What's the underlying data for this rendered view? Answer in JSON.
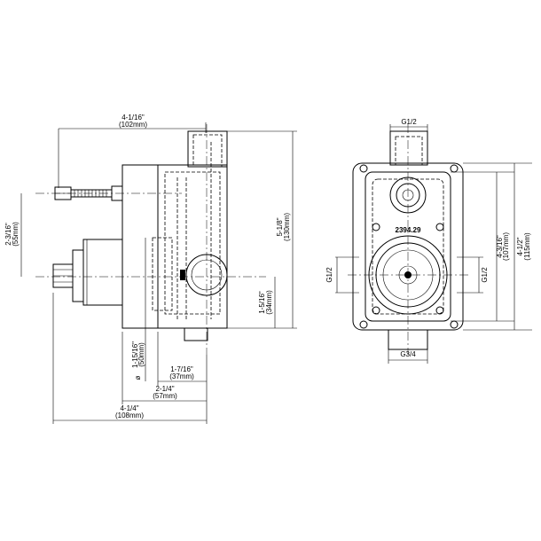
{
  "side_view": {
    "dim_top_width": "4-1/16\"",
    "dim_top_width_mm": "(102mm)",
    "dim_height": "5-1/8\"",
    "dim_height_mm": "(130mm)",
    "dim_offset_left": "2-3/16\"",
    "dim_offset_left_mm": "(55mm)",
    "dim_outlet_height": "1-5/16\"",
    "dim_outlet_height_mm": "(34mm)",
    "dim_diameter": "1-15/16\"",
    "dim_diameter_mm": "(50mm)",
    "dim_diameter_symbol": "ø",
    "dim_depth_inner": "1-7/16\"",
    "dim_depth_inner_mm": "(37mm)",
    "dim_depth_mid": "2-1/4\"",
    "dim_depth_mid_mm": "(57mm)",
    "dim_depth_total": "4-1/4\"",
    "dim_depth_total_mm": "(108mm)"
  },
  "front_view": {
    "top_port": "G1/2",
    "left_port": "G1/2",
    "right_port": "G1/2",
    "bottom_port": "G3/4",
    "part_number": "2394.29",
    "dim_inner_height": "4-3/16\"",
    "dim_inner_height_mm": "(107mm)",
    "dim_outer_height": "4-1/2\"",
    "dim_outer_height_mm": "(115mm)"
  }
}
